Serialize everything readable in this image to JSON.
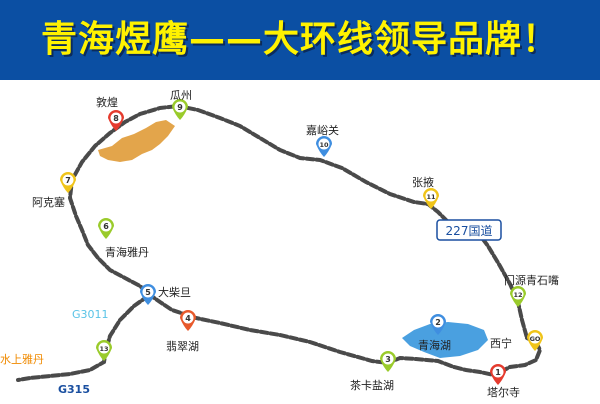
{
  "banner": {
    "title": "青海煜鹰——大环线领导品牌！",
    "background": "#0b4fa3",
    "text_color": "#fff200"
  },
  "road_labels": {
    "g227": "227国道",
    "g3011": "G3011",
    "g315": "G315"
  },
  "stops": [
    {
      "num": "GO",
      "name": "西宁",
      "color": "#f0c419"
    },
    {
      "num": "1",
      "name": "塔尔寺",
      "color": "#e53b2e"
    },
    {
      "num": "2",
      "name": "青海湖",
      "color": "#3f8ee0"
    },
    {
      "num": "3",
      "name": "茶卡盐湖",
      "color": "#9acb2b"
    },
    {
      "num": "4",
      "name": "翡翠湖",
      "color": "#e85a2c"
    },
    {
      "num": "5",
      "name": "大柴旦",
      "color": "#3f8ee0"
    },
    {
      "num": "6",
      "name": "青海雅丹",
      "color": "#9acb2b"
    },
    {
      "num": "7",
      "name": "阿克塞",
      "color": "#f0c419"
    },
    {
      "num": "8",
      "name": "敦煌",
      "color": "#e53b2e"
    },
    {
      "num": "9",
      "name": "瓜州",
      "color": "#9acb2b"
    },
    {
      "num": "10",
      "name": "嘉峪关",
      "color": "#3f8ee0"
    },
    {
      "num": "11",
      "name": "张掖",
      "color": "#f0c419"
    },
    {
      "num": "12",
      "name": "门源青石嘴",
      "color": "#9acb2b"
    },
    {
      "num": "13",
      "name": "水上雅丹",
      "color": "#9acb2b"
    }
  ],
  "colors": {
    "route": "#4a4a4a",
    "lake": "#4aa0e0",
    "desert": "#e3a54b",
    "g3011_label": "#59c3e6",
    "g315_label": "#1a4fa0",
    "shuishang_label": "#f08a00"
  }
}
